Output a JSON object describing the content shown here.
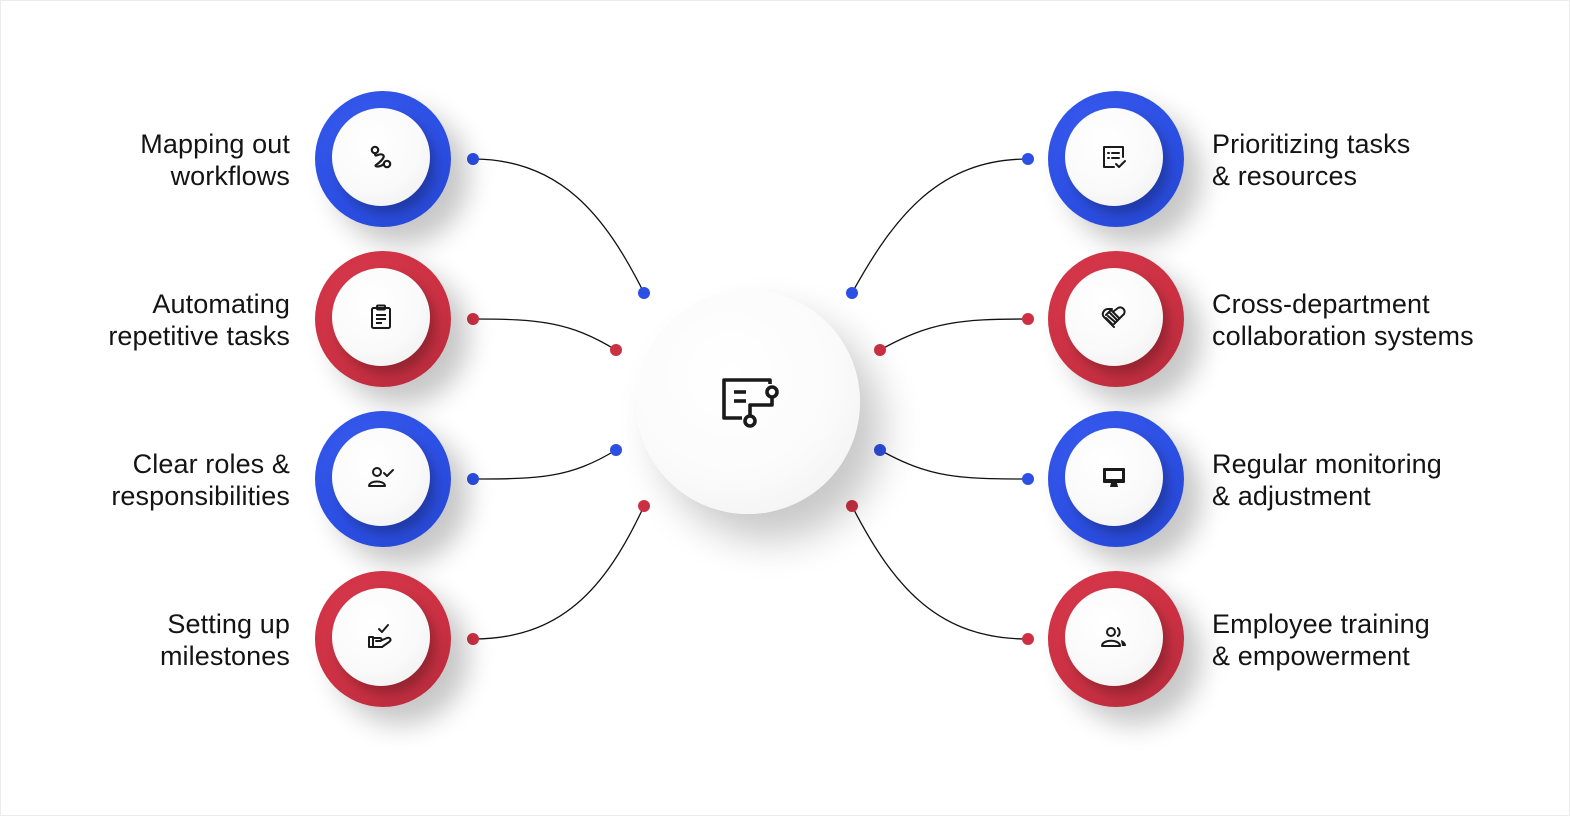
{
  "colors": {
    "blue": "#2c4fe4",
    "red": "#cc3143",
    "line": "#111111",
    "text": "#141414",
    "background": "#ffffff"
  },
  "center": {
    "icon": "workflow-document-icon"
  },
  "left_items": [
    {
      "line1": "Mapping out",
      "line2": "workflows",
      "color": "blue",
      "icon": "route-icon"
    },
    {
      "line1": "Automating",
      "line2": "repetitive tasks",
      "color": "red",
      "icon": "clipboard-icon"
    },
    {
      "line1": "Clear roles &",
      "line2": "responsibilities",
      "color": "blue",
      "icon": "user-check-icon"
    },
    {
      "line1": "Setting up",
      "line2": "milestones",
      "color": "red",
      "icon": "hand-check-icon"
    }
  ],
  "right_items": [
    {
      "line1": "Prioritizing tasks",
      "line2": "& resources",
      "color": "blue",
      "icon": "checklist-icon"
    },
    {
      "line1": "Cross-department",
      "line2": "collaboration systems",
      "color": "red",
      "icon": "handshake-icon"
    },
    {
      "line1": "Regular monitoring",
      "line2": "& adjustment",
      "color": "blue",
      "icon": "monitor-icon"
    },
    {
      "line1": "Employee training",
      "line2": "& empowerment",
      "color": "red",
      "icon": "users-icon"
    }
  ]
}
